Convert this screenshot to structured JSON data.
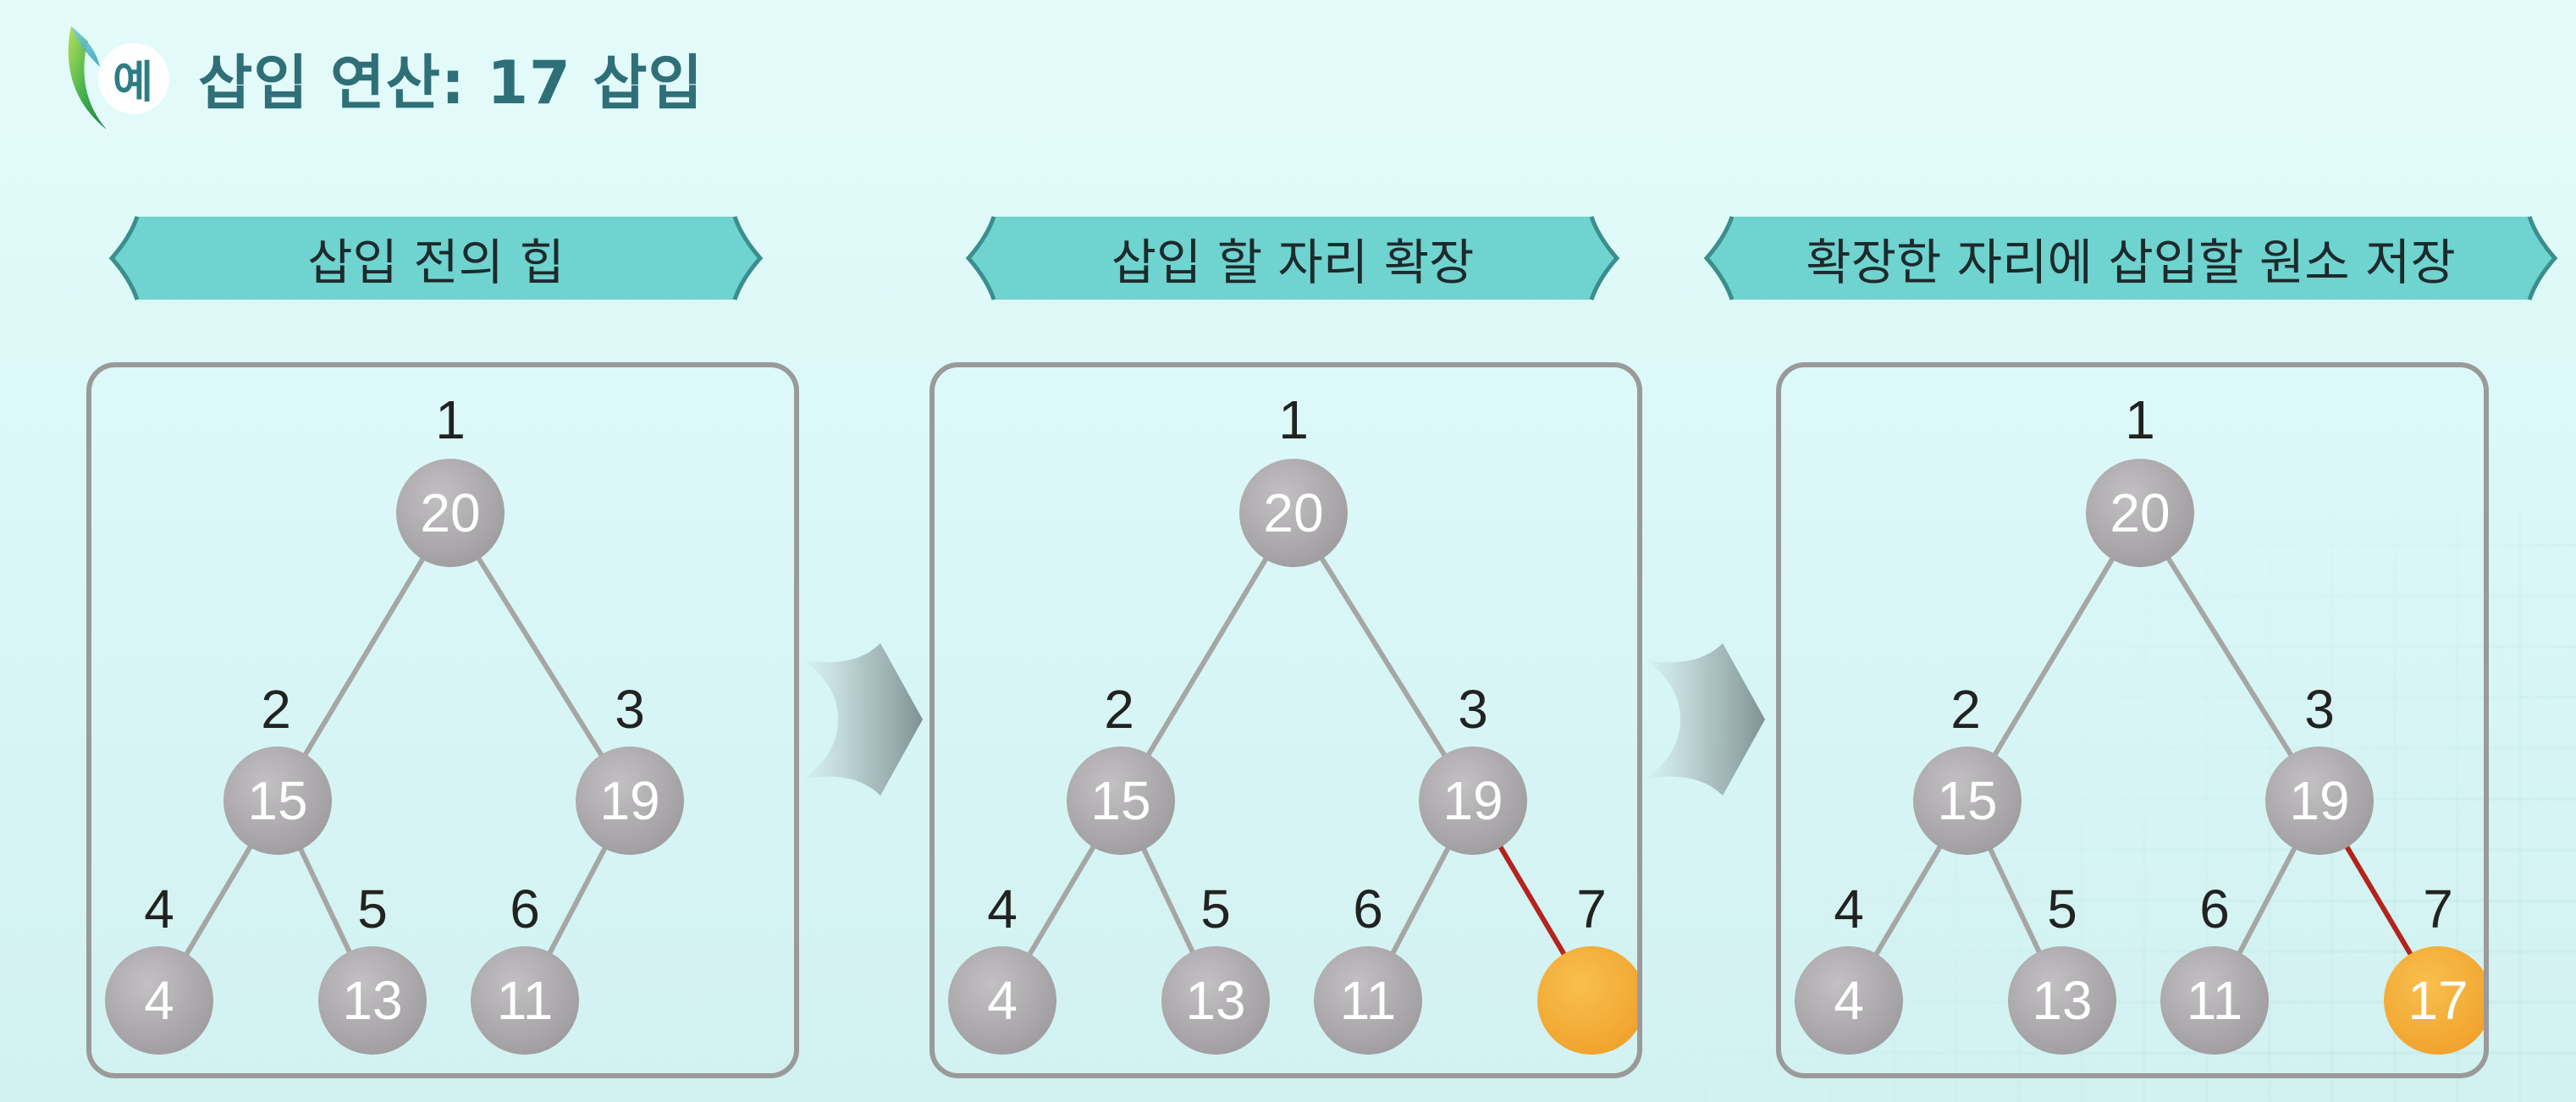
{
  "header": {
    "badge_text": "예",
    "title": "삽입 연산: 17 삽입"
  },
  "steps": [
    {
      "label": "삽입 전의 힙",
      "nodes": [
        {
          "index": "1",
          "value": "20",
          "highlight": false
        },
        {
          "index": "2",
          "value": "15",
          "highlight": false
        },
        {
          "index": "3",
          "value": "19",
          "highlight": false
        },
        {
          "index": "4",
          "value": "4",
          "highlight": false
        },
        {
          "index": "5",
          "value": "13",
          "highlight": false
        },
        {
          "index": "6",
          "value": "11",
          "highlight": false
        }
      ],
      "new_edge": false
    },
    {
      "label": "삽입 할 자리 확장",
      "nodes": [
        {
          "index": "1",
          "value": "20",
          "highlight": false
        },
        {
          "index": "2",
          "value": "15",
          "highlight": false
        },
        {
          "index": "3",
          "value": "19",
          "highlight": false
        },
        {
          "index": "4",
          "value": "4",
          "highlight": false
        },
        {
          "index": "5",
          "value": "13",
          "highlight": false
        },
        {
          "index": "6",
          "value": "11",
          "highlight": false
        },
        {
          "index": "7",
          "value": "",
          "highlight": true
        }
      ],
      "new_edge": true
    },
    {
      "label": "확장한 자리에 삽입할 원소 저장",
      "nodes": [
        {
          "index": "1",
          "value": "20",
          "highlight": false
        },
        {
          "index": "2",
          "value": "15",
          "highlight": false
        },
        {
          "index": "3",
          "value": "19",
          "highlight": false
        },
        {
          "index": "4",
          "value": "4",
          "highlight": false
        },
        {
          "index": "5",
          "value": "13",
          "highlight": false
        },
        {
          "index": "6",
          "value": "11",
          "highlight": false
        },
        {
          "index": "7",
          "value": "17",
          "highlight": true
        }
      ],
      "new_edge": true
    }
  ],
  "colors": {
    "title": "#2f6f78",
    "ribbon": "#6fd3cf",
    "node": "#9e9c9e",
    "node_highlight": "#f0a22c",
    "edge": "#a6a6a6",
    "new_edge": "#b3241c",
    "panel_border": "#9a9a9a"
  },
  "icons": {
    "badge": "leaf-badge-icon",
    "step_arrow": "right-arrow-icon"
  }
}
